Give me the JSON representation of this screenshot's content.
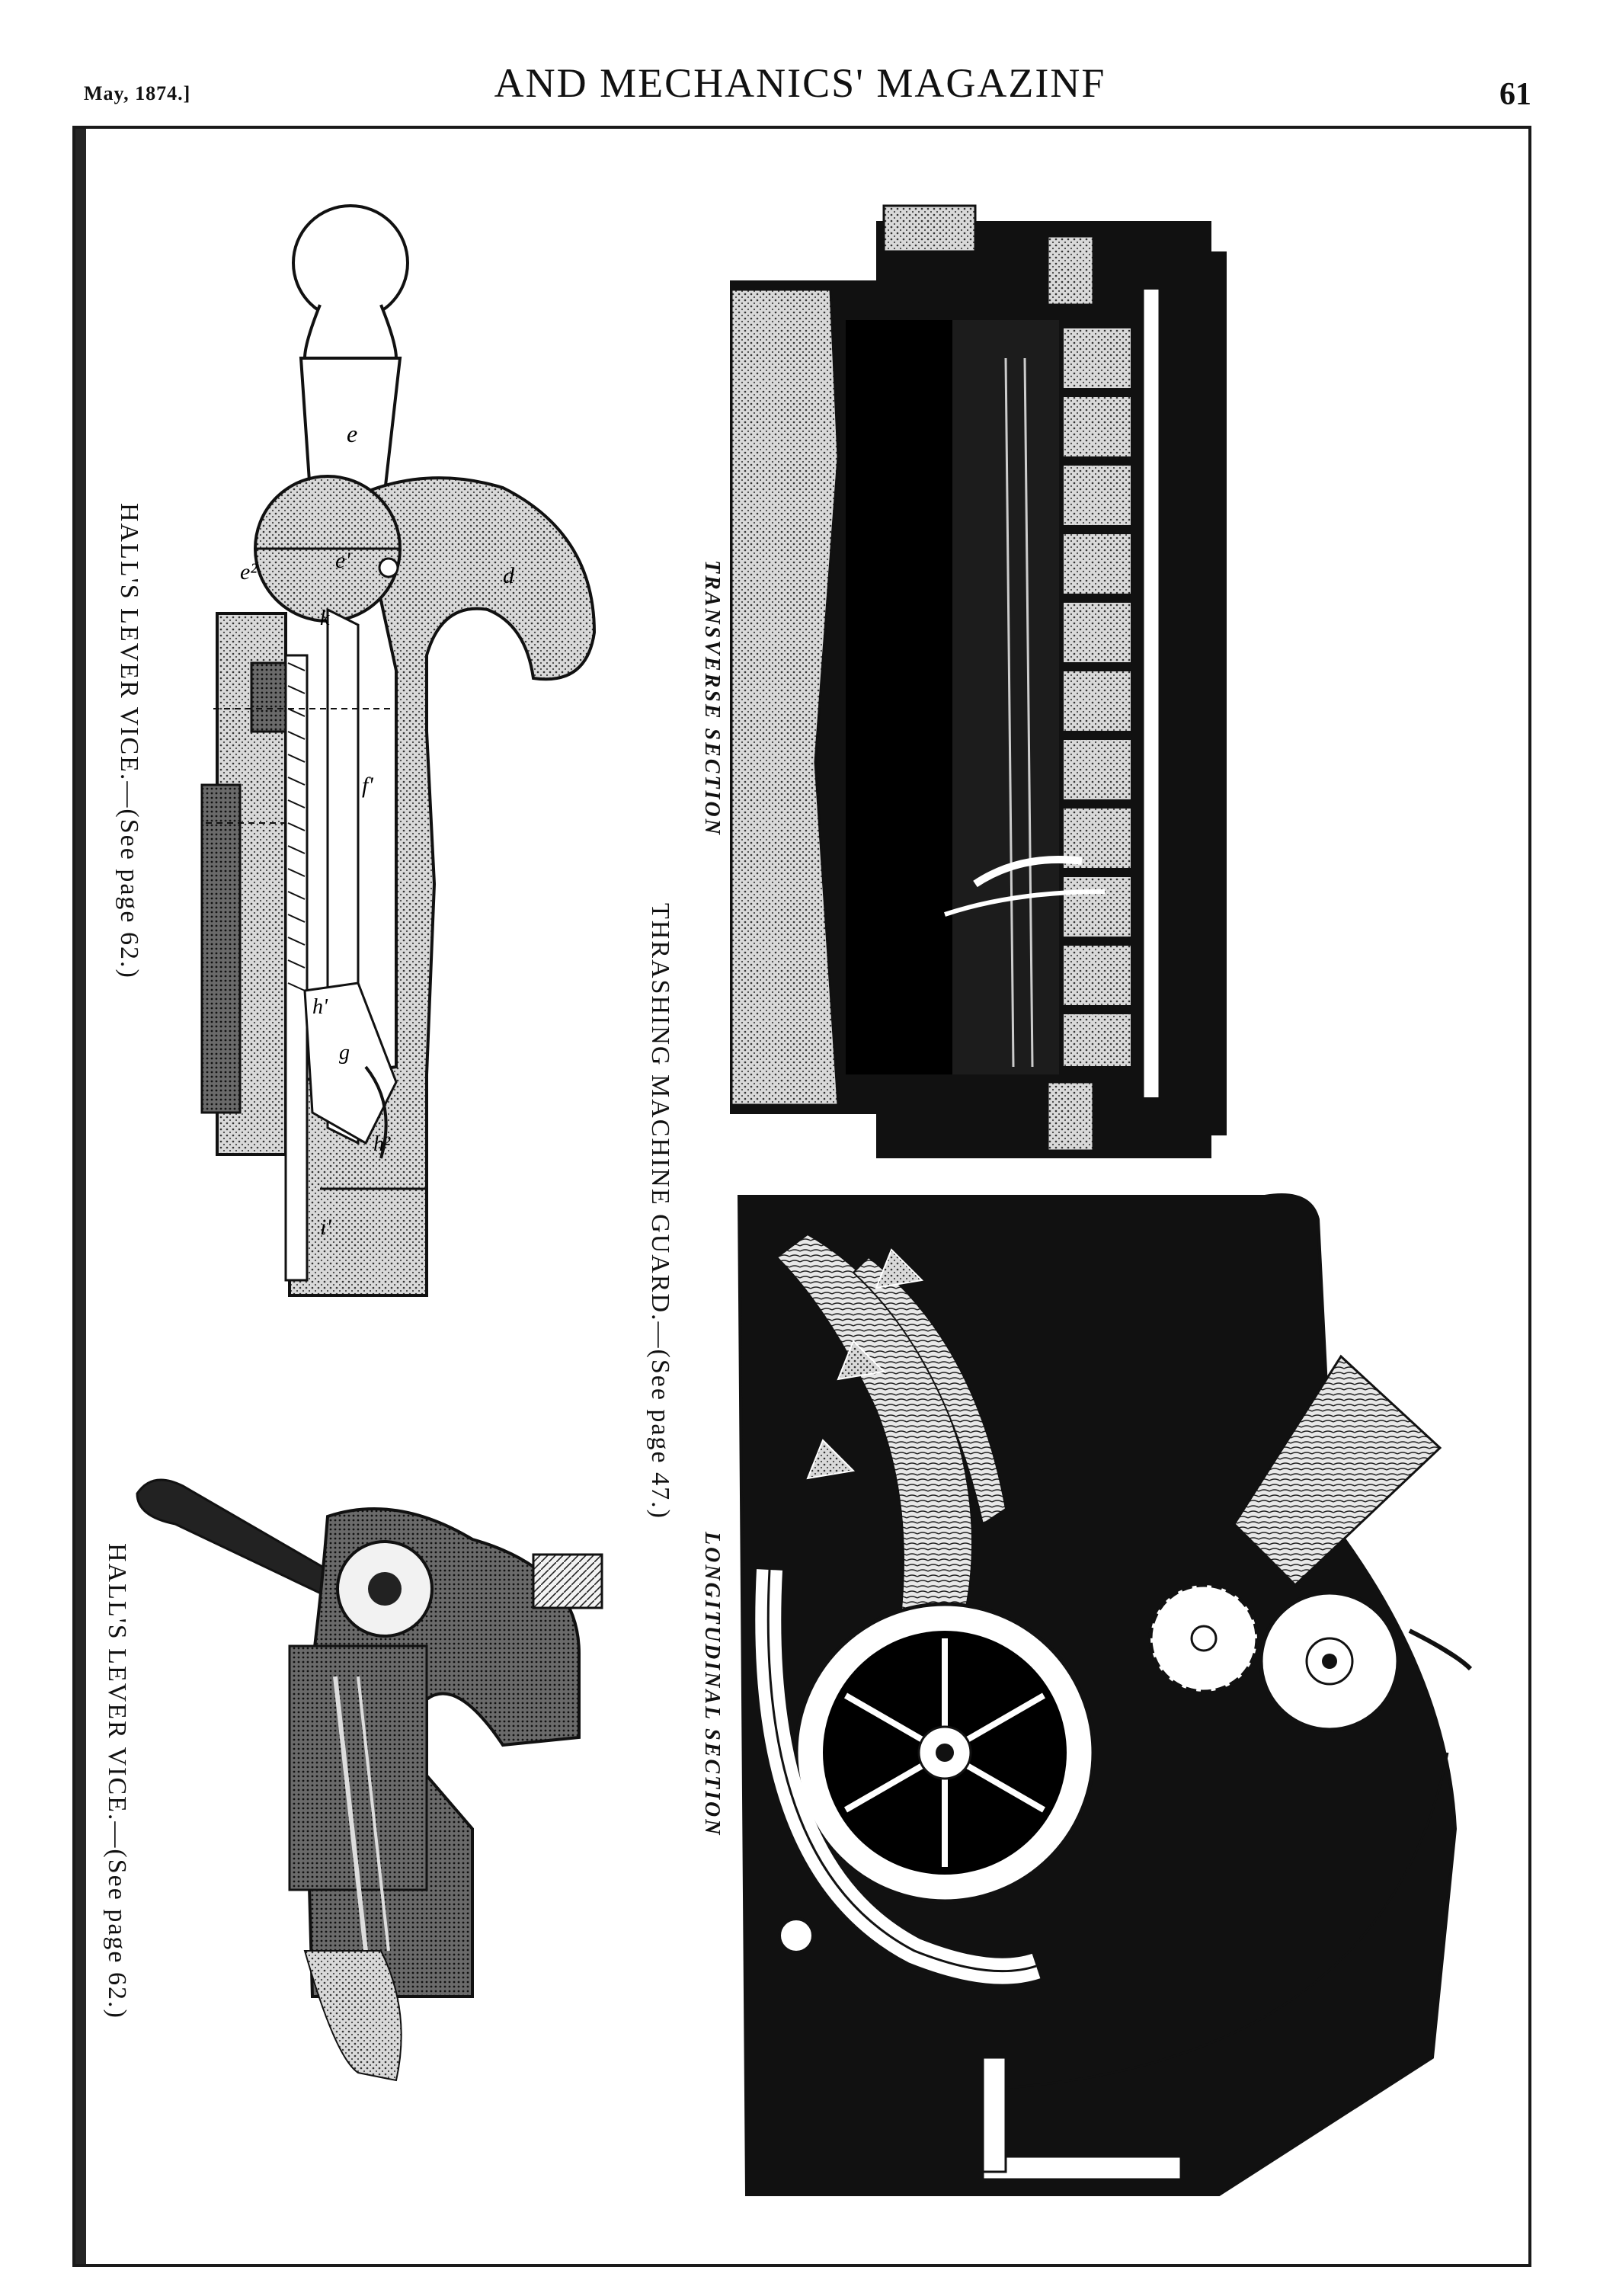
{
  "header": {
    "date": "May, 1874.]",
    "title": "AND MECHANICS' MAGAZINF",
    "page_number": "61"
  },
  "captions": {
    "vice_diagram": "HALL'S LEVER VICE.—(See page 62.)",
    "vice_perspective": "HALL'S LEVER VICE.—(See page 62.)",
    "thrasher": "THRASHING MACHINE GUARD.—(See page 47.)",
    "transverse": "TRANSVERSE SECTION",
    "longitudinal": "LONGITUDINAL SECTION"
  },
  "letters": {
    "e": "e",
    "e1": "e'",
    "e2": "e²",
    "d": "d",
    "k": "k",
    "f1": "f'",
    "h1": "h'",
    "g": "g",
    "h2": "h²",
    "i1": "i'"
  }
}
